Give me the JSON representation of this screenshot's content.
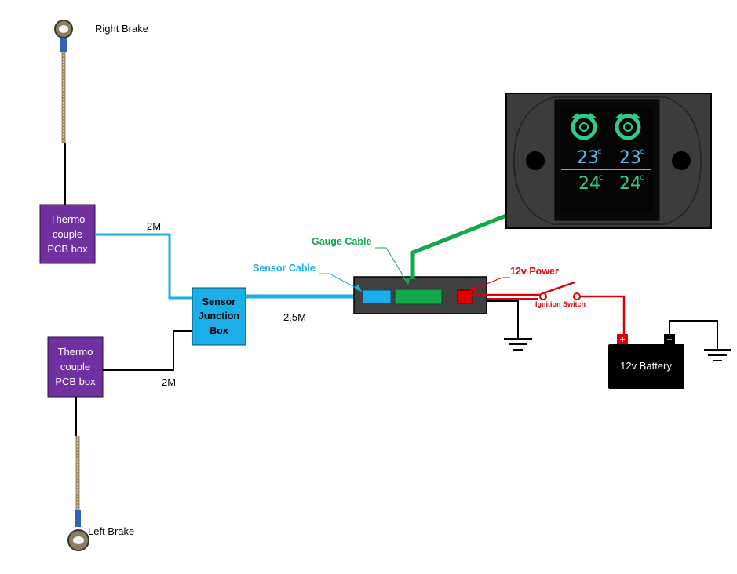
{
  "labels": {
    "right_brake": "Right Brake",
    "left_brake": "Left Brake",
    "length_top": "2M",
    "length_bottom": "2M",
    "length_main": "2.5M",
    "gauge_cable": "Gauge Cable",
    "sensor_cable": "Sensor Cable",
    "power": "12v Power",
    "ignition_switch": "Ignition Switch",
    "battery": "12v Battery",
    "battery_plus": "+",
    "battery_minus": "−"
  },
  "thermo_box_top": {
    "line1": "Thermo",
    "line2": "couple",
    "line3": "PCB box"
  },
  "thermo_box_bottom": {
    "line1": "Thermo",
    "line2": "couple",
    "line3": "PCB box"
  },
  "junction_box": {
    "line1": "Sensor",
    "line2": "Junction",
    "line3": "Box"
  },
  "gauge_display": {
    "top_left": "23",
    "top_right": "23",
    "bottom_left": "24",
    "bottom_right": "24",
    "unit": "c"
  },
  "colors": {
    "thermo_box": "#7030a0",
    "junction_box": "#1aaeea",
    "sensor_cable": "#1aaeea",
    "gauge_cable": "#10a84a",
    "power": "#e00000",
    "battery": "#000000",
    "lcd_blue": "#5fb8e8",
    "lcd_green": "#2ecc85"
  }
}
